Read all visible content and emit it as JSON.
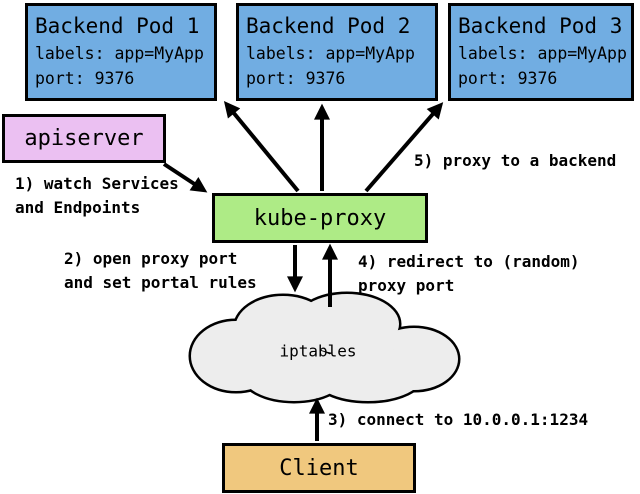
{
  "diagram": {
    "pods": [
      {
        "title": "Backend Pod 1",
        "lines": [
          "labels: app=MyApp",
          "port: 9376"
        ]
      },
      {
        "title": "Backend Pod 2",
        "lines": [
          "labels: app=MyApp",
          "port: 9376"
        ]
      },
      {
        "title": "Backend Pod 3",
        "lines": [
          "labels: app=MyApp",
          "port: 9376"
        ]
      }
    ],
    "apiserver": {
      "label": "apiserver"
    },
    "kube_proxy": {
      "label": "kube-proxy"
    },
    "cloud": {
      "label": "iptables"
    },
    "client": {
      "label": "Client"
    },
    "annotations": [
      {
        "lines": [
          "1) watch Services",
          "and Endpoints"
        ]
      },
      {
        "lines": [
          "2) open proxy port",
          "and set portal rules"
        ]
      },
      {
        "lines": [
          "3) connect to 10.0.0.1:1234"
        ]
      },
      {
        "lines": [
          "4) redirect to (random)",
          "proxy port"
        ]
      },
      {
        "lines": [
          "5) proxy to a backend"
        ]
      }
    ],
    "colors": {
      "pod_fill": "#71ADE2",
      "apiserver_fill": "#EBC0F2",
      "kube_proxy_fill": "#AEEB86",
      "client_fill": "#F0C87E",
      "cloud_fill": "#EDEDED",
      "line": "#000000"
    }
  }
}
